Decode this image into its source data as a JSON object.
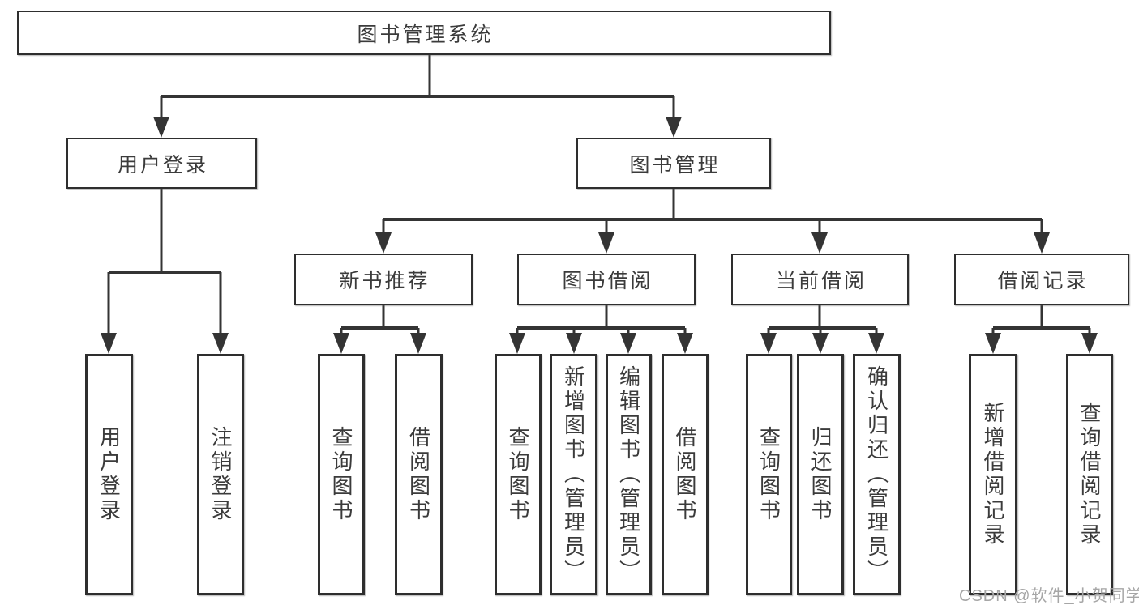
{
  "diagram": {
    "tree": {
      "label": "图书管理系统",
      "children": [
        {
          "label": "用户登录",
          "children": [
            {
              "label": "用户登录"
            },
            {
              "label": "注销登录"
            }
          ]
        },
        {
          "label": "图书管理",
          "children": [
            {
              "label": "新书推荐",
              "children": [
                {
                  "label": "查询图书"
                },
                {
                  "label": "借阅图书"
                }
              ]
            },
            {
              "label": "图书借阅",
              "children": [
                {
                  "label": "查询图书"
                },
                {
                  "label": "新增图书（管理员）"
                },
                {
                  "label": "编辑图书（管理员）"
                },
                {
                  "label": "借阅图书"
                }
              ]
            },
            {
              "label": "当前借阅",
              "children": [
                {
                  "label": "查询图书"
                },
                {
                  "label": "归还图书"
                },
                {
                  "label": "确认归还（管理员）"
                }
              ]
            },
            {
              "label": "借阅记录",
              "children": [
                {
                  "label": "新增借阅记录"
                },
                {
                  "label": "查询借阅记录"
                }
              ]
            }
          ]
        }
      ]
    },
    "watermark": "CSDN @软件_小贺同学",
    "colors": {
      "line": "#343434",
      "text": "#3b3b3b",
      "border": "#2e2e2e",
      "watermark": "#a6a6a6",
      "background": "#ffffff"
    }
  }
}
